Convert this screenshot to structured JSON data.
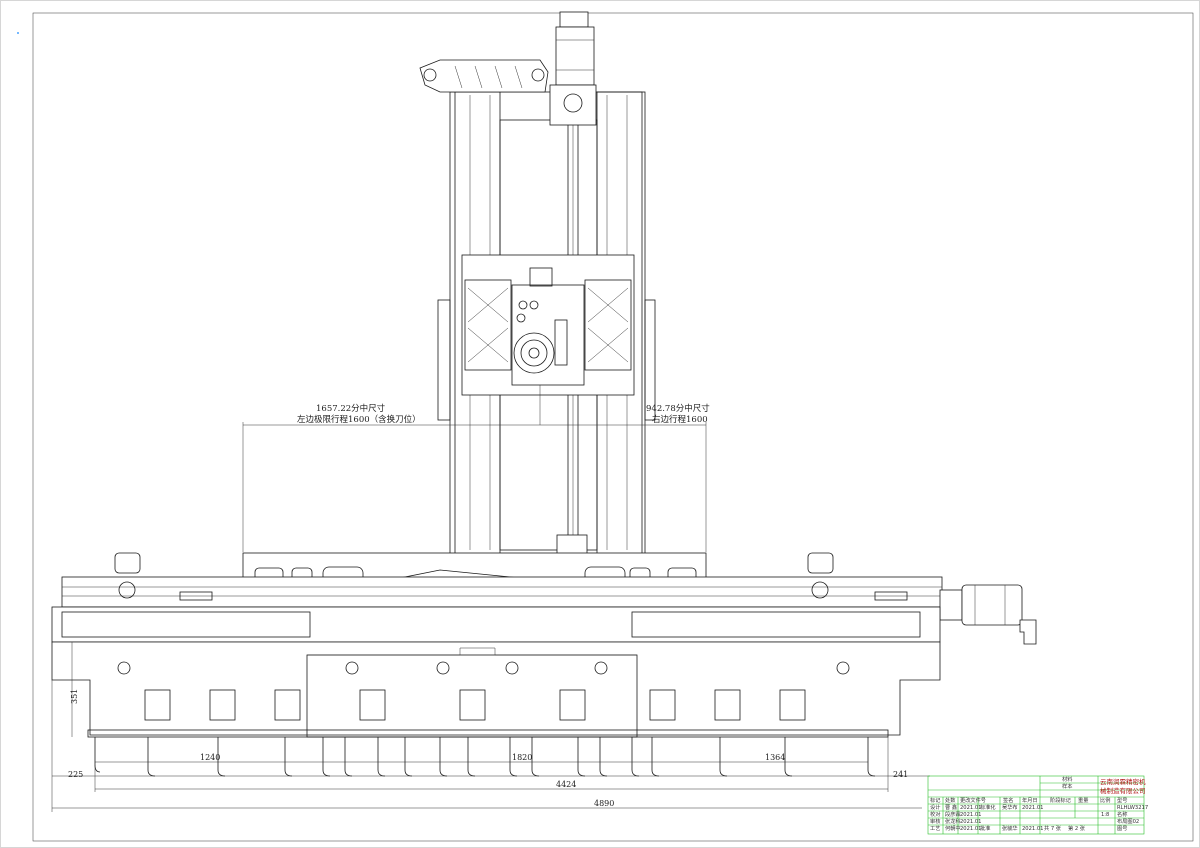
{
  "drawing": {
    "notes": {
      "left_line1": "1657.22分中尺寸",
      "left_line2": "左边极限行程1600（含换刀位）",
      "right_line1": "942.78分中尺寸",
      "right_line2": "右边行程1600"
    },
    "dimensions": {
      "height_left": "351",
      "left_offset": "225",
      "seg_left": "1240",
      "seg_mid": "1820",
      "seg_right": "1364",
      "right_offset": "241",
      "inner_span": "4424",
      "overall": "4890"
    }
  },
  "title_block": {
    "material_label": "材料",
    "sample_label": "样本",
    "company": "云南润霖精密机械制造有限公司",
    "company_line1": "云南润霖精密机",
    "company_line2": "械制造有限公司",
    "col_mark": "标记",
    "col_count": "处数",
    "col_doc": "更改文件号",
    "col_sign": "签名",
    "col_date": "年月日",
    "row_design": "设计",
    "row_check": "校对",
    "row_review": "审核",
    "row_process": "工艺",
    "name_design": "曹 鑫",
    "name_check": "段彦霖",
    "name_review": "张龙科",
    "name_process": "何朝中",
    "date1": "2021.01",
    "date2": "2021.01",
    "date3": "2021.01",
    "date4": "2021.01",
    "std_label": "标准化",
    "std_name": "吴华布",
    "std_date": "2021.01",
    "approve_label": "批准",
    "approve_name": "张毓华",
    "approve_date": "2021.01",
    "stage_mark": "阶段标记",
    "weight": "重量",
    "scale": "比例",
    "scale_value": "1:8",
    "model_label": "型号",
    "model_value": "RLHLW3217",
    "name_label": "名称",
    "name_value": "布局图02",
    "drawing_no_label": "图号",
    "sheets_total": "共 7 张",
    "sheet_no": "第 2 张"
  }
}
